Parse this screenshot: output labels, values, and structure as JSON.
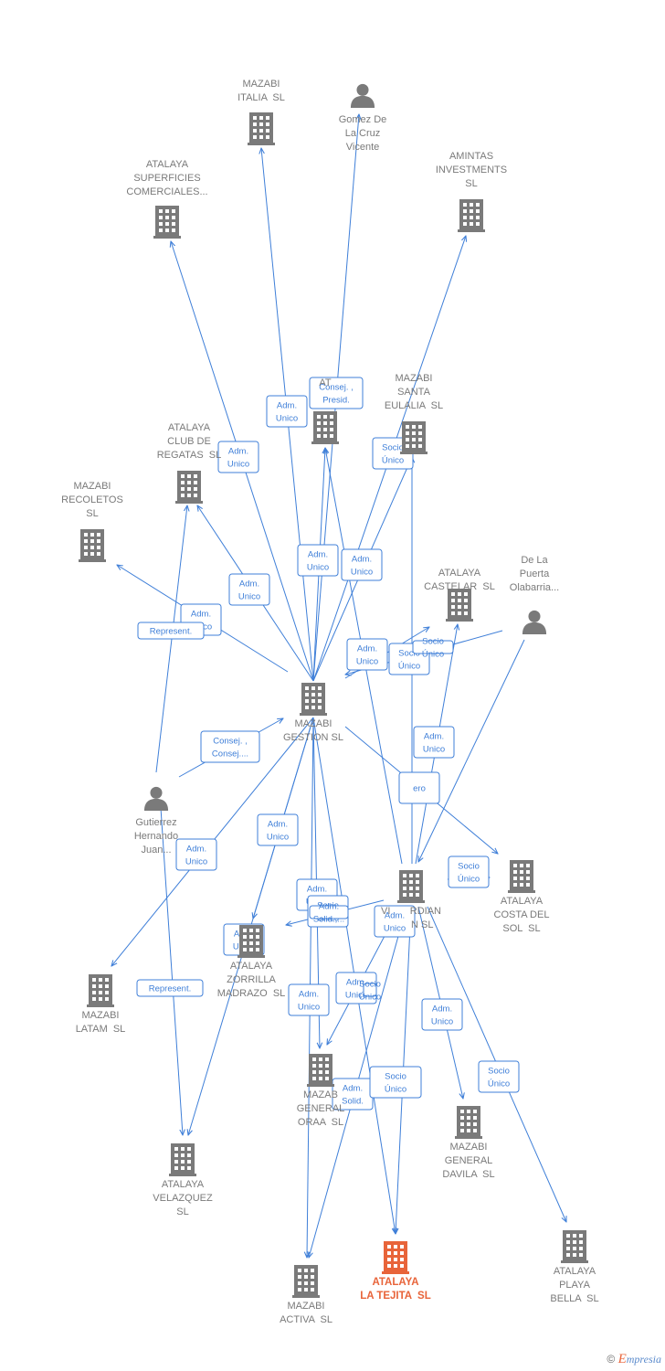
{
  "colors": {
    "edge": "#3f7fd8",
    "node": "#7a7a7a",
    "main": "#e8643a"
  },
  "nodes": [
    {
      "id": "gomez",
      "type": "person",
      "lines": [
        "Gomez De",
        "La Cruz",
        "Vicente"
      ]
    },
    {
      "id": "mazabi_italia",
      "type": "company",
      "lines": [
        "MAZABI",
        "ITALIA  SL"
      ]
    },
    {
      "id": "amintas",
      "type": "company",
      "lines": [
        "AMINTAS",
        "INVESTMENTS",
        "SL"
      ]
    },
    {
      "id": "atalaya_superficies",
      "type": "company",
      "lines": [
        "ATALAYA",
        "SUPERFICIES",
        "COMERCIALES..."
      ]
    },
    {
      "id": "atalaya_hidden",
      "type": "company",
      "lines": [
        "AT"
      ]
    },
    {
      "id": "mazabi_santa",
      "type": "company",
      "lines": [
        "MAZABI",
        "SANTA",
        "EULALIA  SL"
      ]
    },
    {
      "id": "atalaya_club",
      "type": "company",
      "lines": [
        "ATALAYA",
        "CLUB DE",
        "REGATAS  SL"
      ]
    },
    {
      "id": "mazabi_recoletos",
      "type": "company",
      "lines": [
        "MAZABI",
        "RECOLETOS",
        "SL"
      ]
    },
    {
      "id": "atalaya_castelar",
      "type": "company",
      "lines": [
        "ATALAYA",
        "CASTELAR  SL"
      ]
    },
    {
      "id": "delapuerta",
      "type": "person",
      "lines": [
        "De La",
        "Puerta",
        "Olabarria..."
      ]
    },
    {
      "id": "mazabi_gestion",
      "type": "company",
      "lines": [
        "MAZABI",
        "GESTION SL"
      ]
    },
    {
      "id": "gutierrez",
      "type": "person",
      "lines": [
        "Gutierrez",
        "Hernando",
        "Juan..."
      ]
    },
    {
      "id": "viardian",
      "type": "company",
      "lines": [
        "VI       RDIAN",
        "        N SL"
      ]
    },
    {
      "id": "atalaya_costa",
      "type": "company",
      "lines": [
        "ATALAYA",
        "COSTA DEL",
        "SOL  SL"
      ]
    },
    {
      "id": "mazabi_latam",
      "type": "company",
      "lines": [
        "MAZABI",
        "LATAM  SL"
      ]
    },
    {
      "id": "atalaya_zorrilla",
      "type": "company",
      "lines": [
        "ATALAYA",
        "ZORRILLA",
        "MADRAZO  SL"
      ]
    },
    {
      "id": "mazabi_oraa",
      "type": "company",
      "lines": [
        "MAZAB",
        "GENERAL",
        "ORAA  SL"
      ]
    },
    {
      "id": "mazabi_davila",
      "type": "company",
      "lines": [
        "MAZABI",
        "GENERAL",
        "DAVILA  SL"
      ]
    },
    {
      "id": "atalaya_velazquez",
      "type": "company",
      "lines": [
        "ATALAYA",
        "VELAZQUEZ",
        "SL"
      ]
    },
    {
      "id": "atalaya_playa",
      "type": "company",
      "lines": [
        "ATALAYA",
        "PLAYA",
        "BELLA  SL"
      ]
    },
    {
      "id": "mazabi_activa",
      "type": "company",
      "lines": [
        "MAZABI",
        "ACTIVA  SL"
      ]
    },
    {
      "id": "atalaya_tejita",
      "type": "company",
      "main": true,
      "lines": [
        "ATALAYA",
        "LA TEJITA  SL"
      ]
    }
  ],
  "edge_labels": [
    [
      "Adm.",
      "Unico"
    ],
    [
      "Consej. ,",
      "Presid."
    ],
    [
      "Socio",
      "Único"
    ],
    [
      "Adm.",
      "Unico"
    ],
    [
      "Adm.",
      "Unico"
    ],
    [
      "Adm.",
      "Unico"
    ],
    [
      "Adm.",
      "Unico"
    ],
    [
      "Adm.",
      "Unico"
    ],
    [
      "Represent."
    ],
    [
      "Adm.",
      "Unico"
    ],
    [
      "Socio",
      "Único"
    ],
    [
      "Socio",
      "Único"
    ],
    [
      "Adm.",
      "Unico"
    ],
    [
      "ero"
    ],
    [
      "Consej. ,",
      "Consej...."
    ],
    [
      "Socio",
      "Único"
    ],
    [
      "Adm.",
      "Unico"
    ],
    [
      "Adm.",
      "Unico"
    ],
    [
      "Adm.",
      "Unico"
    ],
    [
      "Socio",
      "Único"
    ],
    [
      "Adm.",
      "Unico"
    ],
    [
      "Adm.",
      "Unico"
    ],
    [
      "Adm.",
      "Unico"
    ],
    [
      "Adm.",
      "Unico"
    ],
    [
      "Represent."
    ],
    [
      "Adm.",
      "Unico"
    ],
    [
      "Adm.",
      "Solid."
    ],
    [
      "Socio",
      "Único"
    ],
    [
      "Socio",
      "Único"
    ],
    [
      "Adm.",
      "Solid.,..."
    ],
    [
      "Socio",
      "Único"
    ]
  ],
  "footer": {
    "copyright": "©",
    "brand_first": "E",
    "brand_rest": "mpresia"
  }
}
